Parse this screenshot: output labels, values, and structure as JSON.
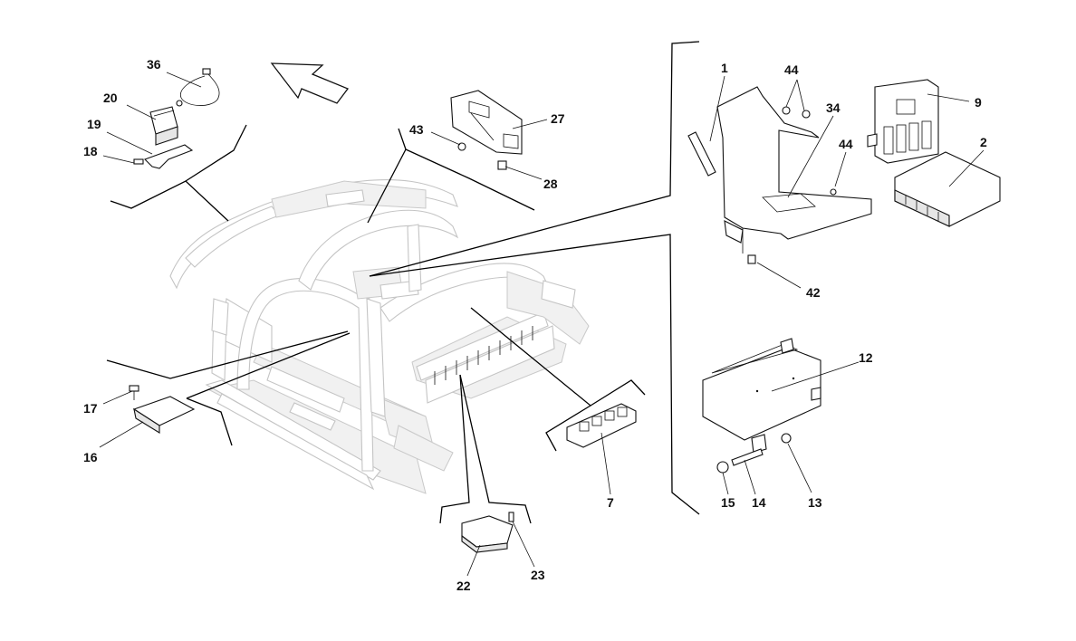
{
  "diagram": {
    "labels": [
      {
        "id": "l1",
        "text": "1"
      },
      {
        "id": "l2",
        "text": "2"
      },
      {
        "id": "l7",
        "text": "7"
      },
      {
        "id": "l9",
        "text": "9"
      },
      {
        "id": "l12",
        "text": "12"
      },
      {
        "id": "l13",
        "text": "13"
      },
      {
        "id": "l14",
        "text": "14"
      },
      {
        "id": "l15",
        "text": "15"
      },
      {
        "id": "l16",
        "text": "16"
      },
      {
        "id": "l17",
        "text": "17"
      },
      {
        "id": "l18",
        "text": "18"
      },
      {
        "id": "l19",
        "text": "19"
      },
      {
        "id": "l20",
        "text": "20"
      },
      {
        "id": "l22",
        "text": "22"
      },
      {
        "id": "l23",
        "text": "23"
      },
      {
        "id": "l27",
        "text": "27"
      },
      {
        "id": "l28",
        "text": "28"
      },
      {
        "id": "l34",
        "text": "34"
      },
      {
        "id": "l36",
        "text": "36"
      },
      {
        "id": "l42",
        "text": "42"
      },
      {
        "id": "l43",
        "text": "43"
      },
      {
        "id": "l44a",
        "text": "44"
      },
      {
        "id": "l44b",
        "text": "44"
      }
    ]
  }
}
